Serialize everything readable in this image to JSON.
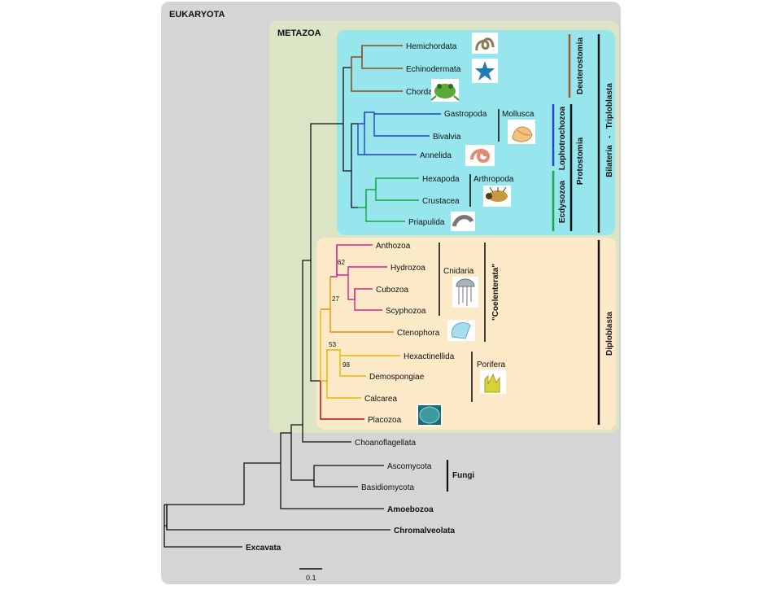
{
  "regions": {
    "eukaryota": "EUKARYOTA",
    "metazoa": "METAZOA"
  },
  "taxa": {
    "hemichordata": "Hemichordata",
    "echinodermata": "Echinodermata",
    "chordata": "Chordata",
    "gastropoda": "Gastropoda",
    "bivalvia": "Bivalvia",
    "annelida": "Annelida",
    "hexapoda": "Hexapoda",
    "crustacea": "Crustacea",
    "priapulida": "Priapulida",
    "anthozoa": "Anthozoa",
    "hydrozoa": "Hydrozoa",
    "cubozoa": "Cubozoa",
    "scyphozoa": "Scyphozoa",
    "ctenophora": "Ctenophora",
    "hexactinellida": "Hexactinellida",
    "demospongiae": "Demospongiae",
    "calcarea": "Calcarea",
    "placozoa": "Placozoa",
    "choanoflagellata": "Choanoflagellata",
    "ascomycota": "Ascomycota",
    "basidiomycota": "Basidiomycota",
    "amoebozoa": "Amoebozoa",
    "chromalveolata": "Chromalveolata",
    "excavata": "Excavata"
  },
  "groups": {
    "mollusca": "Mollusca",
    "arthropoda": "Arthropoda",
    "cnidaria": "Cnidaria",
    "porifera": "Porifera",
    "coelenterata": "\"Coelenterata\"",
    "fungi": "Fungi",
    "deuterostomia": "Deuterostomia",
    "lophotrochozoa": "Lophotrochozoa",
    "ecdysozoa": "Ecdysozoa",
    "protostomia": "Protostomia",
    "bilateria_triploblasta": "Bilateria   -   Triploblasta",
    "diploblasta": "Diploblasta"
  },
  "support": {
    "b62": "62",
    "b27": "27",
    "b53": "53",
    "b98": "98"
  },
  "scale_bar": "0.1",
  "colors": {
    "eukaryota_bg": "#d5d5d5",
    "metazoa_bg": "#dbe5c6",
    "bilateria_bg": "#97e6ee",
    "diploblasta_bg": "#fbe9c8",
    "deuterostomia": "#9b5a2f",
    "lophotrochozoa": "#2244cc",
    "ecdysozoa": "#17a745",
    "cnidaria": "#d4238f",
    "ctenophora": "#f28c00",
    "porifera": "#efb500",
    "placozoa": "#cc2222",
    "backbone": "#111111"
  }
}
